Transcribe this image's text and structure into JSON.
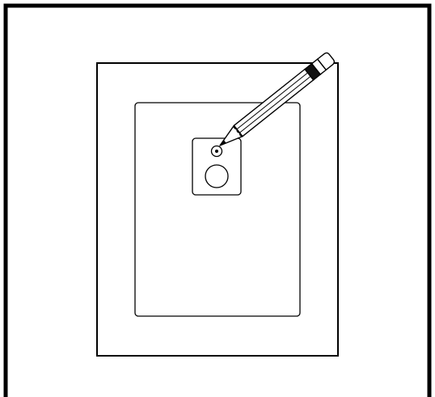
{
  "diagram": {
    "style": "monochrome line drawing",
    "colors": {
      "stroke": "#000000",
      "background": "#ffffff",
      "pencil_band": "#111111"
    },
    "icons": {
      "pencil": "pencil-icon",
      "target_small": "small-circle-with-dot",
      "target_large": "large-circle"
    }
  }
}
